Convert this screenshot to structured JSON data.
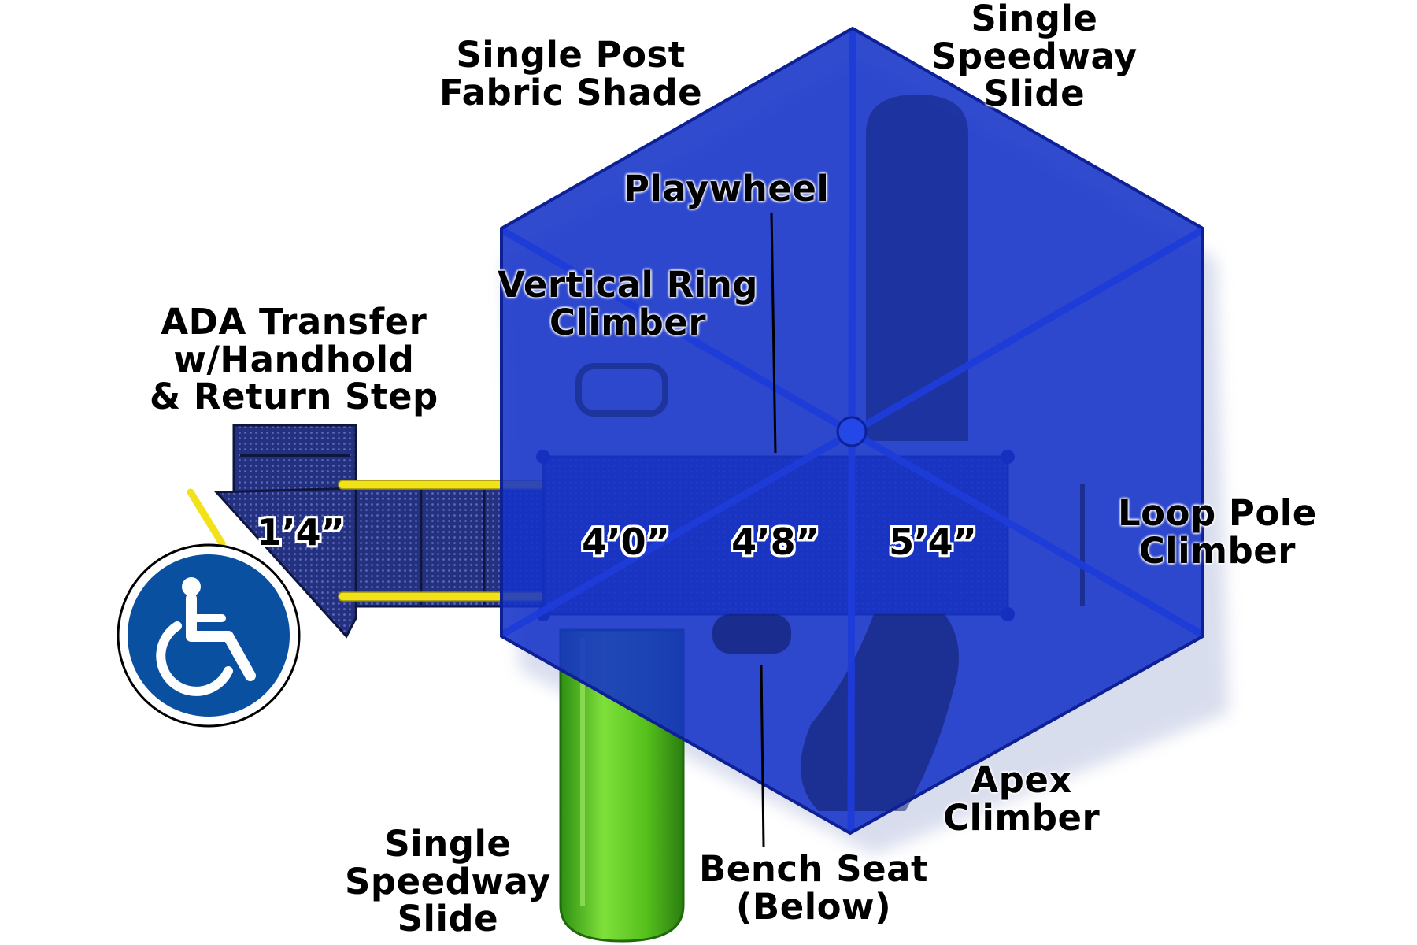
{
  "labels": {
    "fabric_shade": [
      "Single Post",
      "Fabric Shade"
    ],
    "speedway_slide_top": [
      "Single",
      "Speedway",
      "Slide"
    ],
    "playwheel": [
      "Playwheel"
    ],
    "vertical_ring_climber": [
      "Vertical Ring",
      "Climber"
    ],
    "ada_transfer": [
      "ADA Transfer",
      "w/Handhold",
      "& Return Step"
    ],
    "loop_pole_climber": [
      "Loop Pole",
      "Climber"
    ],
    "apex_climber": [
      "Apex",
      "Climber"
    ],
    "bench_seat": [
      "Bench Seat",
      "(Below)"
    ],
    "speedway_slide_bottom": [
      "Single",
      "Speedway",
      "Slide"
    ]
  },
  "deck_heights": {
    "transfer": "1’4”",
    "deck_1": "4’0”",
    "deck_2": "4’8”",
    "deck_3": "5’4”"
  },
  "icons": {
    "accessibility": "wheelchair-accessibility-icon"
  },
  "colors": {
    "shade_canopy": "#1432c8",
    "deck_navy": "#1f2a6e",
    "slide_green": "#5cc21c",
    "rail_yellow": "#f2e21a",
    "accessibility_blue": "#0a50a0"
  }
}
